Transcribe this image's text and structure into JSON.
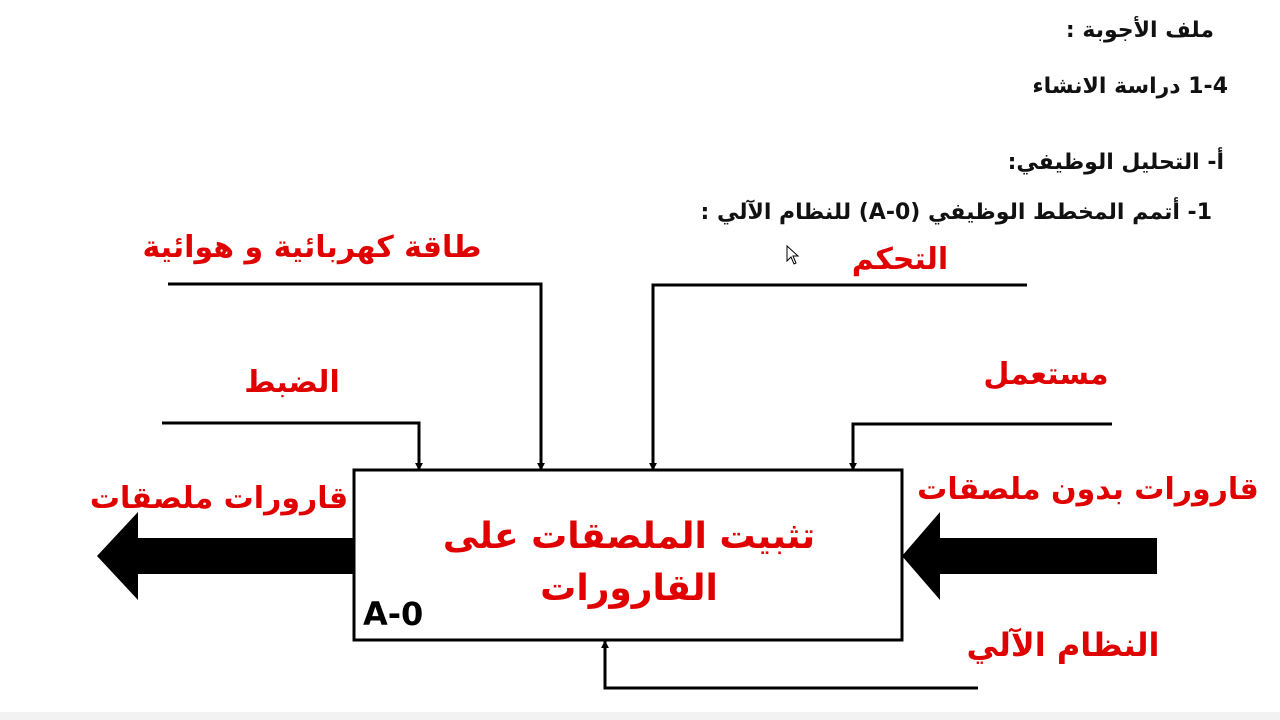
{
  "header": {
    "answers_file": "ملف الأجوبة :",
    "section": "1-4 دراسة الانشاء",
    "analysis": "أ- التحليل الوظيفي:",
    "task": "1- أتمم المخطط الوظيفي (A-0) للنظام الآلي :"
  },
  "diagram": {
    "box_title_line1": "تثبيت الملصقات على",
    "box_title_line2": "القارورات",
    "box_code": "A-0",
    "energy": "طاقة كهربائية و هوائية",
    "control": "التحكم",
    "settings": "الضبط",
    "user": "مستعمل",
    "input_material": "قارورات بدون ملصقات",
    "output_material": "قارورات ملصقات",
    "support": "النظام الآلي"
  },
  "colors": {
    "label": "#e00000",
    "lines": "#000000"
  }
}
